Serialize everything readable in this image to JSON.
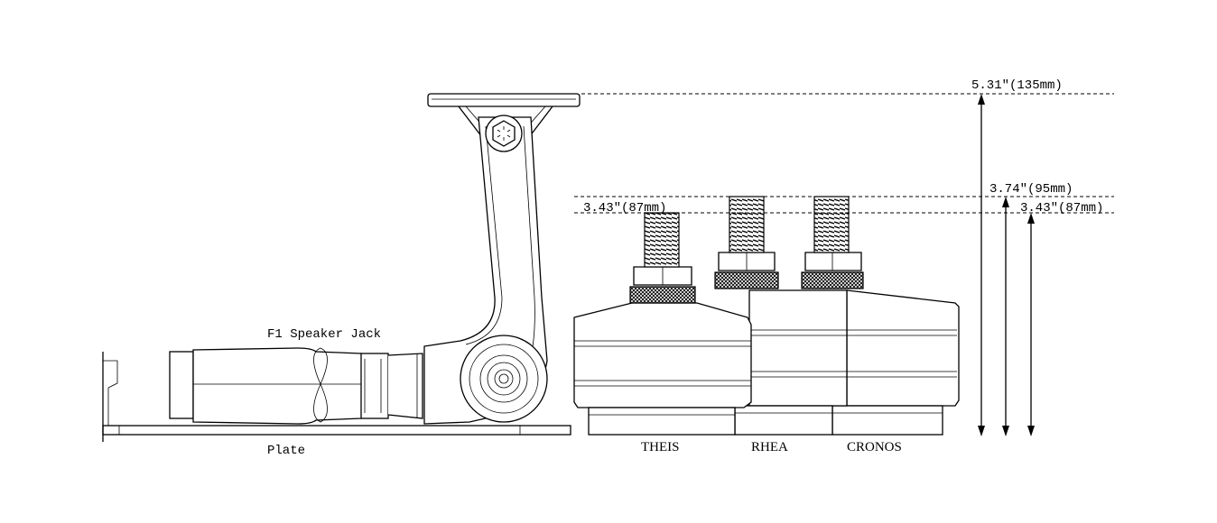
{
  "labels": {
    "speaker_jack": "F1 Speaker Jack",
    "plate": "Plate",
    "theis": "THEIS",
    "rhea": "RHEA",
    "cronos": "CRONOS"
  },
  "dimensions": {
    "total_height": "5.31\"(135mm)",
    "mid_height": "3.74\"(95mm)",
    "low_height_right": "3.43\"(87mm)",
    "low_height_left": "3.43\"(87mm)"
  }
}
